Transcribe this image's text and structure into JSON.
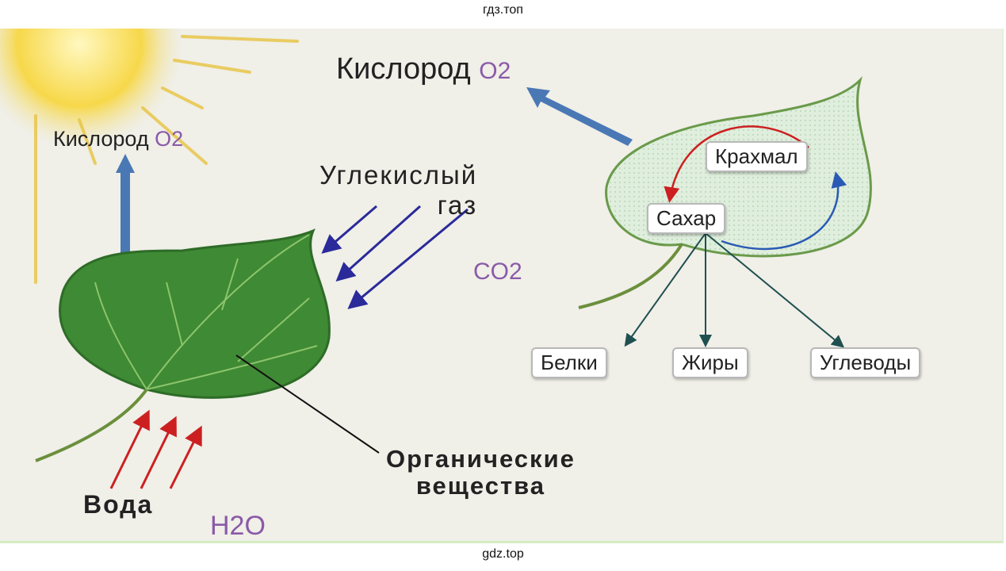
{
  "watermark_top": "гдз.топ",
  "watermark_bottom": "gdz.top",
  "labels": {
    "oxygen_top": "Кислород",
    "oxygen_top_formula": "O2",
    "oxygen_left": "Кислород",
    "oxygen_left_formula": "O2",
    "co2_line1": "Углекислый",
    "co2_line2": "газ",
    "co2_formula": "CO2",
    "water": "Вода",
    "water_formula": "H2O",
    "organic_line1": "Органические",
    "organic_line2": "вещества"
  },
  "boxes": {
    "starch": "Крахмал",
    "sugar": "Сахар",
    "proteins": "Белки",
    "fats": "Жиры",
    "carbs": "Углеводы"
  },
  "colors": {
    "leaf": "#3f8a34",
    "arrow_blue": "#4a78b5",
    "arrow_co2": "#2a2a9a",
    "arrow_water": "#cc2020",
    "formula": "#8a5aa8"
  }
}
